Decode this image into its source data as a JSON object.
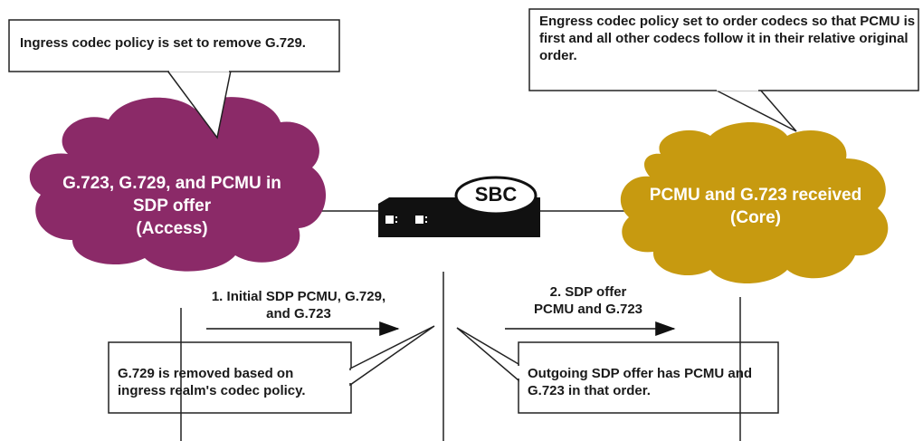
{
  "callouts": {
    "ingress_policy": "Ingress codec policy is set to remove G.729.",
    "egress_policy": "Engress codec policy set to order codecs so that PCMU is first and all other codecs follow it in their relative original order.",
    "removed_note": "G.729  is removed based on ingress realm's codec policy.",
    "outgoing_note": "Outgoing SDP offer has PCMU and G.723 in that order."
  },
  "clouds": {
    "access_line1": "G.723, G.729, and PCMU in",
    "access_line2": "SDP offer",
    "access_line3": "(Access)",
    "core_line1": "PCMU and G.723 received",
    "core_line2": "(Core)",
    "access_color": "#8b2a68",
    "core_color": "#c79a10"
  },
  "device": {
    "label": "SBC"
  },
  "arrows": {
    "step1_line1": "1. Initial SDP PCMU, G.729,",
    "step1_line2": "and G.723",
    "step2_line1": "2. SDP offer",
    "step2_line2": "PCMU and G.723"
  }
}
